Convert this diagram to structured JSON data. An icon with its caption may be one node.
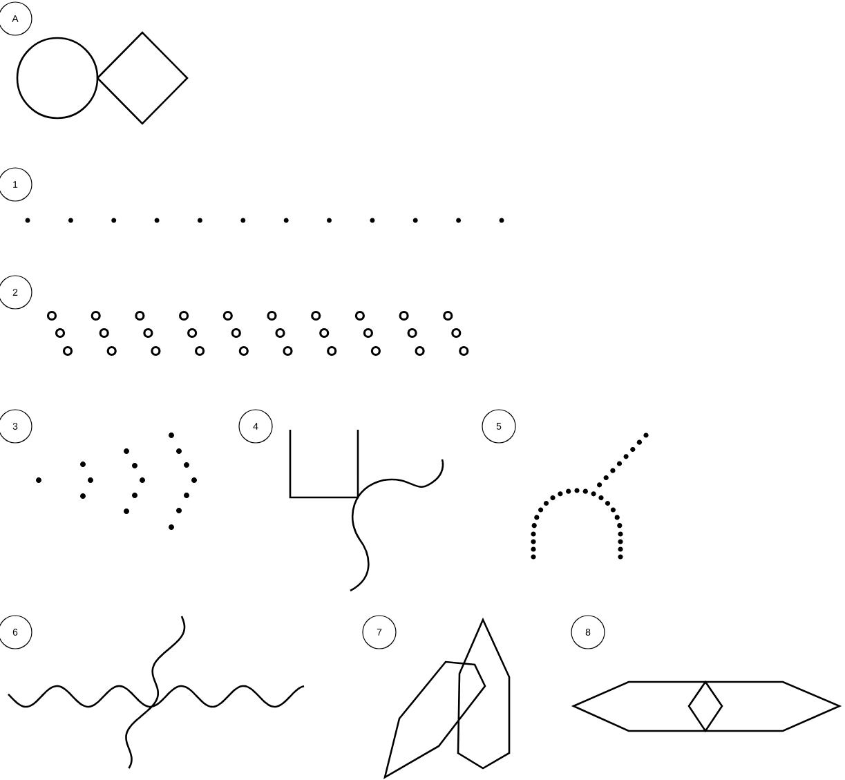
{
  "diagram": {
    "labels": [
      "A",
      "1",
      "2",
      "3",
      "4",
      "5",
      "6",
      "7",
      "8"
    ]
  }
}
